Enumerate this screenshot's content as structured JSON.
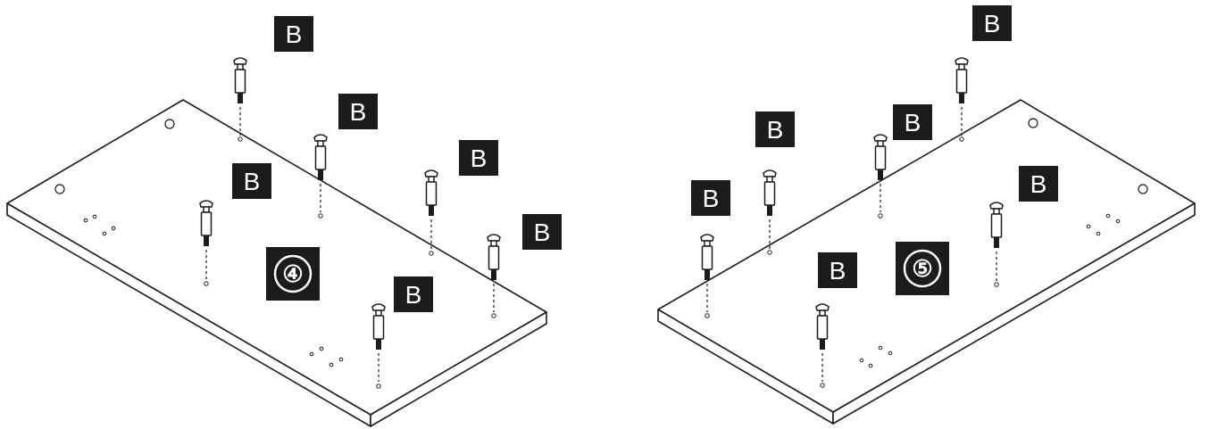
{
  "panels": [
    {
      "step": "④",
      "part_labels": [
        "B",
        "B",
        "B",
        "B",
        "B",
        "B"
      ]
    },
    {
      "step": "⑤",
      "part_labels": [
        "B",
        "B",
        "B",
        "B",
        "B",
        "B"
      ]
    }
  ],
  "colors": {
    "ink": "#1c1c1c",
    "background": "#ffffff"
  },
  "icons": [
    "cam-bolt-icon",
    "pre-drilled-hole-icon",
    "step-number-circle"
  ]
}
